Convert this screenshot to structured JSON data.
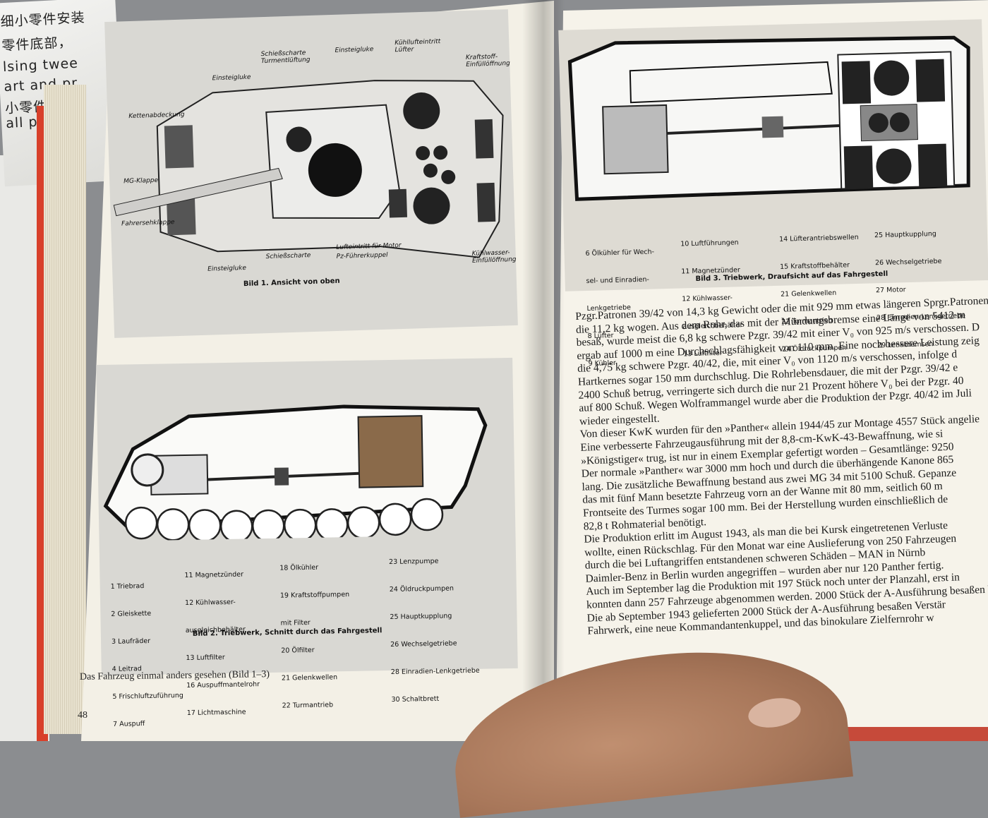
{
  "background_package": {
    "lines": [
      "细小零件安装",
      "零件底部，",
      "lsing twee",
      "art and pr",
      "小零件可",
      "all part"
    ]
  },
  "figure1": {
    "labels": [
      "Einsteigluke",
      "Schießscharte Turmentlüftung",
      "Einsteigluke",
      "Kühllufteintritt Lüfter",
      "Kraftstoff-Einfüllöffnung",
      "Kettenabdeckung",
      "MG-Klappe",
      "Fahrersehklappe",
      "Einsteigluke",
      "Schießscharte",
      "Lufteintritt für Motor",
      "Pz-Führerkuppel",
      "Kühlwasser-Einfüllöffnung"
    ],
    "caption": "Bild 1. Ansicht von oben"
  },
  "figure2": {
    "caption": "Bild 2. Triebwerk, Schnitt durch das Fahrgestell",
    "legend_col1": [
      "1 Triebrad",
      "2 Gleiskette",
      "3 Laufräder",
      "4 Leitrad",
      "5 Frischluftzuführung",
      "7 Auspuff"
    ],
    "legend_col2": [
      "11 Magnetzünder",
      "12 Kühlwasser-",
      "ausgleichbehälter",
      "13 Luftfilter",
      "16 Auspuffmantelrohr",
      "17 Lichtmaschine"
    ],
    "legend_col3": [
      "18 Ölkühler",
      "19 Kraftstoffpumpen",
      "mit Filter",
      "20 Ölfilter",
      "21 Gelenkwellen",
      "22 Turmantrieb"
    ],
    "legend_col4": [
      "23 Lenzpumpe",
      "24 Öldruckpumpen",
      "25 Hauptkupplung",
      "26 Wechselgetriebe",
      "28 Einradien-Lenkgetriebe",
      "30 Schaltbrett"
    ]
  },
  "figure3": {
    "caption": "Bild 3. Triebwerk, Draufsicht auf das Fahrgestell",
    "legend_col1": [
      "6 Ölkühler für Wech-",
      "sel- und Einradien-",
      "Lenkgetriebe",
      "8 Lüfter",
      "9 Kühler"
    ],
    "legend_col2": [
      "10 Luftführungen",
      "11 Magnetzünder",
      "12 Kühlwasser-",
      "ausgleichbehälter",
      "13 Luftfilter"
    ],
    "legend_col3": [
      "14 Lüfterantriebswellen",
      "15 Kraftstoffbehälter",
      "21 Gelenkwellen",
      "22 Turmantrieb",
      "24 Öldruckpumpen"
    ],
    "legend_col4": [
      "25 Hauptkupplung",
      "26 Wechselgetriebe",
      "27 Motor",
      "28 Einradien-Lenkgetriebe",
      "29 Lenkbremsen"
    ]
  },
  "left_page": {
    "figure_caption": "Das Fahrzeug einmal anders gesehen (Bild 1–3)",
    "page_number": "48"
  },
  "right_page": {
    "lines": [
      "Pzgr.Patronen 39/42 von 14,3 kg Gewicht oder die mit 929 mm etwas längeren Sprgr.Patronen",
      "die 11,2 kg wogen. Aus dem Rohr, das mit der Mündungsbremse eine Länge von 5412 m",
      "besaß, wurde meist die 6,8 kg schwere Pzgr. 39/42 mit einer V₀ von 925 m/s verschossen. D",
      "ergab auf 1000 m eine Durchschlagsfähigkeit von 110 mm. Eine noch bessere Leistung zeig",
      "die 4,75 kg schwere Pzgr. 40/42, die, mit einer V₀ von 1120 m/s verschossen, infolge d",
      "Hartkernes sogar 150 mm durchschlug. Die Rohrlebensdauer, die mit der Pzgr. 39/42 e",
      "2400 Schuß betrug, verringerte sich durch die nur 21 Prozent höhere V₀ bei der Pzgr. 40",
      "auf 800 Schuß. Wegen Wolframmangel wurde aber die Produktion der Pzgr. 40/42 im Juli",
      "wieder eingestellt.",
      "Von dieser KwK wurden für den »Panther« allein 1944/45 zur Montage 4557 Stück angelie",
      "Eine verbesserte Fahrzeugausführung mit der 8,8-cm-KwK-43-Bewaffnung, wie si",
      "»Königstiger« trug, ist nur in einem Exemplar gefertigt worden – Gesamtlänge: 9250",
      "Der normale »Panther« war 3000 mm hoch und durch die überhängende Kanone 865",
      "lang. Die zusätzliche Bewaffnung bestand aus zwei MG 34 mit 5100 Schuß. Gepanze",
      "das mit fünf Mann besetzte Fahrzeug vorn an der Wanne mit 80 mm, seitlich 60 m",
      "Frontseite des Turmes sogar 100 mm. Bei der Herstellung wurden einschließlich de",
      "82,8 t Rohmaterial benötigt.",
      "Die Produktion erlitt im August 1943, als man die bei Kursk eingetretenen Verluste",
      "wollte, einen Rückschlag. Für den Monat war eine Auslieferung von 250 Fahrzeugen",
      "durch die bei Luftangriffen entstandenen schweren Schäden – MAN in Nürnb",
      "Daimler-Benz in Berlin wurden angegriffen – wurden aber nur 120 Panther fertig.",
      "Auch im September lag die Produktion mit 197 Stück noch unter der Planzahl, erst in",
      "konnten dann 257 Fahrzeuge abgenommen werden. 2000 Stück der A-Ausführung besaßen Verstär",
      "Die ab September 1943 gelieferten 2000 Stück der A-Ausführung besaßen Verstär",
      "Fahrwerk, eine neue Kommandantenkuppel, und das binokulare Zielfernrohr w"
    ]
  },
  "colors": {
    "page": "#f3f0e6",
    "figure_bg": "#d9d8d3",
    "spine": "#d8402a"
  }
}
